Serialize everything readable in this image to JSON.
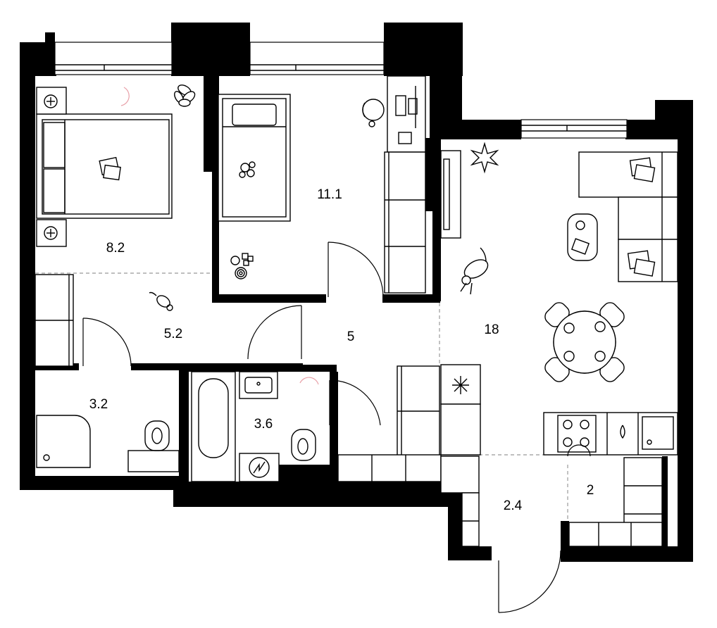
{
  "floorplan": {
    "rooms": [
      {
        "id": "bedroom",
        "area": "8.2"
      },
      {
        "id": "kids-room",
        "area": "11.1"
      },
      {
        "id": "hall-west",
        "area": "5.2"
      },
      {
        "id": "corridor",
        "area": "5"
      },
      {
        "id": "living-kitchen",
        "area": "18"
      },
      {
        "id": "bathroom-small",
        "area": "3.2"
      },
      {
        "id": "bathroom",
        "area": "3.6"
      },
      {
        "id": "entrance",
        "area": "2.4"
      },
      {
        "id": "storage",
        "area": "2"
      }
    ]
  }
}
